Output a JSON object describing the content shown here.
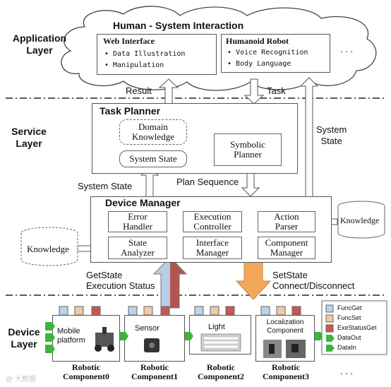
{
  "layers": {
    "application": "Application\nLayer",
    "service": "Service\nLayer",
    "device": "Device\nLayer"
  },
  "cloud": {
    "title": "Human - System Interaction",
    "web": {
      "title": "Web Interface",
      "items": [
        "Data Illustration",
        "Manipulation"
      ]
    },
    "robot": {
      "title": "Humanoid Robot",
      "items": [
        "Voice Recognition",
        "Body Language"
      ]
    },
    "more": ". . ."
  },
  "flow": {
    "result": "Result",
    "task": "Task",
    "system_state_right": "System\nState",
    "system_state_left": "System State",
    "plan_sequence": "Plan Sequence",
    "getstate": "GetState\nExecution Status",
    "setstate": "SetState\nConnect/Disconnect"
  },
  "task_planner": {
    "title": "Task Planner",
    "domain_knowledge": "Domain\nKnowledge",
    "system_state": "System State",
    "symbolic_planner": "Symbolic\nPlanner"
  },
  "device_manager": {
    "title": "Device Manager",
    "error_handler": "Error\nHandler",
    "execution_controller": "Execution\nController",
    "action_parser": "Action\nParser",
    "state_analyzer": "State\nAnalyzer",
    "interface_manager": "Interface\nManager",
    "component_manager": "Component\nManager"
  },
  "knowledge_left": "Knowledge",
  "knowledge_right": "Knowledge",
  "components": [
    {
      "inner": "Mobile\nplatform",
      "label": "Robotic\nComponent0"
    },
    {
      "inner": "Sensor",
      "label": "Robotic\nComponent1"
    },
    {
      "inner": "Light",
      "label": "Robotic\nComponent2"
    },
    {
      "inner": "Localization\nComponent",
      "label": "Robotic\nComponent3"
    }
  ],
  "components_more": ". . .",
  "legend": [
    "FuncGet",
    "FuncSet",
    "ExeStatusGet",
    "DataOut",
    "DataIn"
  ],
  "colors": {
    "func_get": "#b9d3ea",
    "func_set": "#f2c9a2",
    "exe_status_get": "#c9574e",
    "data_green": "#3db53d",
    "getstate_blue": "#b4cfe6",
    "getstate_red": "#b55550",
    "setstate_orange": "#f1a85a"
  },
  "watermark": "@ 大数据"
}
